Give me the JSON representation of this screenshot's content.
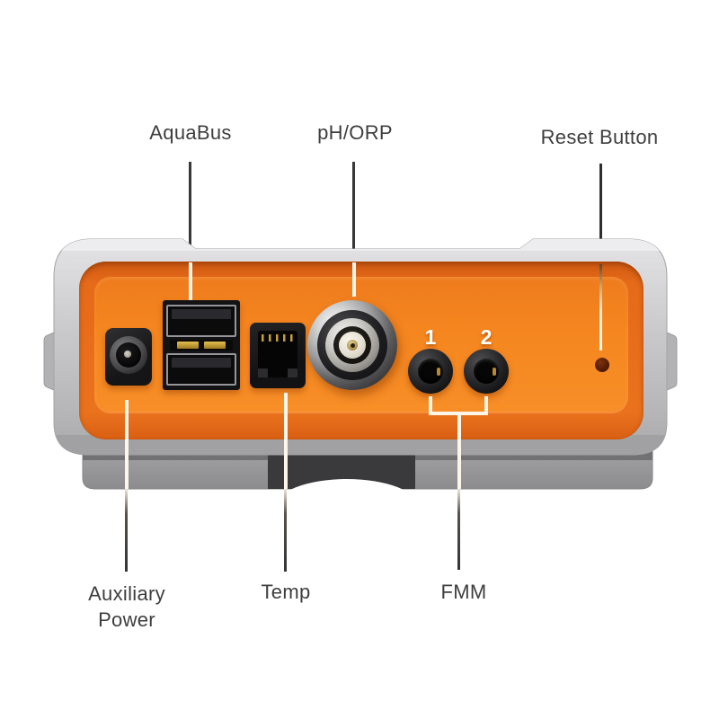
{
  "diagram": {
    "labels": {
      "aquabus": "AquaBus",
      "ph_orp": "pH/ORP",
      "reset": "Reset Button",
      "aux_line1": "Auxiliary",
      "aux_line2": "Power",
      "temp": "Temp",
      "fmm": "FMM",
      "port1": "1",
      "port2": "2"
    },
    "ports": {
      "aquabus": "dual-usb-a-stack",
      "ph_orp": "bnc-connector",
      "temp": "rj11-jack",
      "aux_power": "barrel-power-jack",
      "fmm": "two-round-jacks",
      "reset": "pinhole"
    },
    "colors": {
      "panel_orange": "#F5861F",
      "panel_orange_dark": "#D95F13",
      "shell_gray": "#C8C8CA",
      "base_gray": "#98989A",
      "label_text": "#3E3E3E",
      "callout_dark": "#383838",
      "callout_light": "#FCF6EA",
      "reset_dot": "#551C05",
      "background": "#FFFFFF"
    }
  }
}
